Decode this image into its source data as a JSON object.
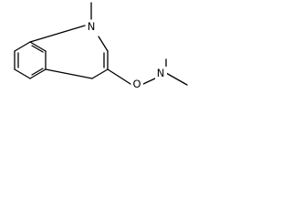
{
  "molecule": {
    "atoms": {
      "n1": "N",
      "o": "O",
      "n_amine": "N"
    },
    "colors": {
      "bond": "#000000",
      "label": "#000000",
      "background": "#ffffff"
    }
  }
}
